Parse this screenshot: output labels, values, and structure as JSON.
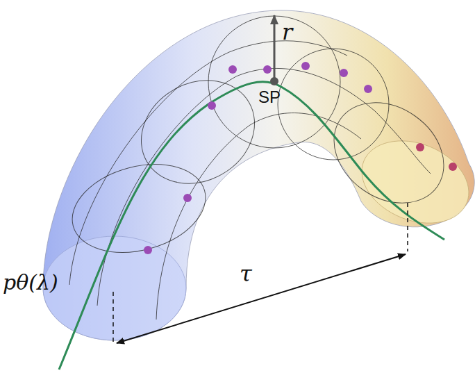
{
  "diagram": {
    "labels": [
      "r",
      "SP",
      "pθ(λ)",
      "τ"
    ]
  }
}
